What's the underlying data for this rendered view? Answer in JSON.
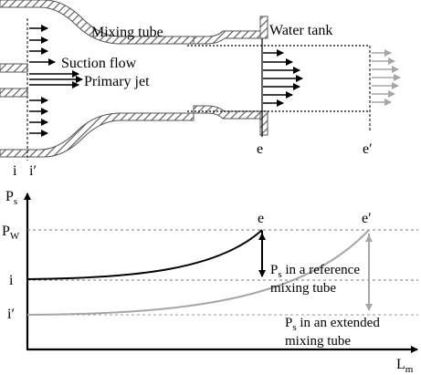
{
  "top_diagram": {
    "mixing_tube_label": "Mixing tube",
    "water_tank_label": "Water tank",
    "suction_flow_label": "Suction flow",
    "primary_jet_label": "Primary jet",
    "station_i": "i",
    "station_i_prime": "i′",
    "station_e": "e",
    "station_e_prime": "e′"
  },
  "graph": {
    "y_axis_label": "P",
    "y_axis_subscript": "s",
    "x_axis_label": "L",
    "x_axis_subscript": "m",
    "tick_pw": "P",
    "tick_pw_sub": "W",
    "tick_i": "i",
    "tick_i_prime": "i′",
    "point_e": "e",
    "point_e_prime": "e′",
    "reference_label_p": "P",
    "reference_label_sub": "s",
    "reference_label_rest": " in a reference",
    "reference_label_line2": "mixing tube",
    "extended_label_p": "P",
    "extended_label_sub": "s",
    "extended_label_rest": " in an extended",
    "extended_label_line2": "mixing tube"
  },
  "colors": {
    "reference_curve": "#000000",
    "extended_curve": "#a6a6a6",
    "hatch": "#555555"
  }
}
